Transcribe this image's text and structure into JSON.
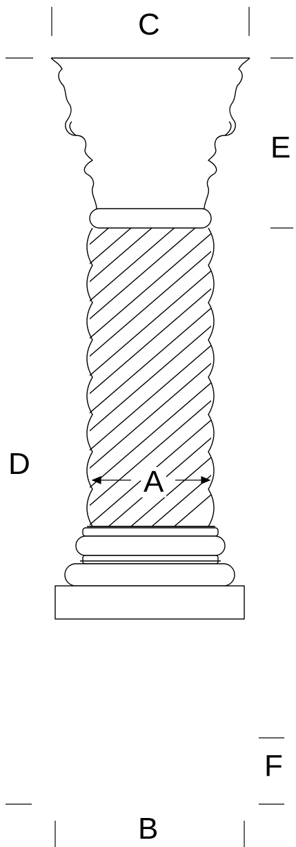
{
  "labels": {
    "a": "A",
    "b": "B",
    "c": "C",
    "d": "D",
    "e": "E",
    "f": "F"
  },
  "colors": {
    "line": "#000000",
    "background": "#ffffff"
  },
  "twist_count": 8
}
